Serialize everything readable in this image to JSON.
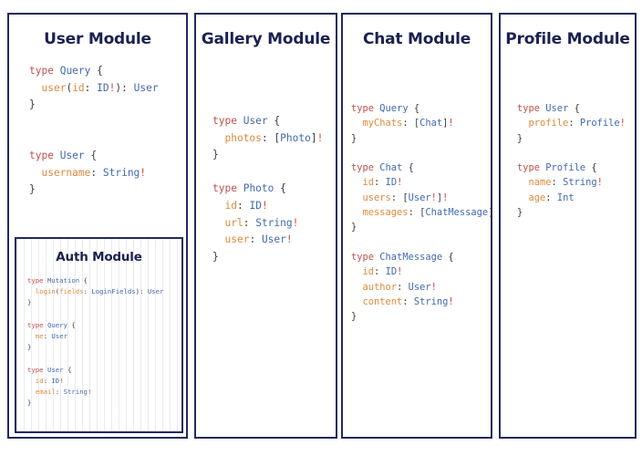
{
  "colors": {
    "panel_border": "#232a5c",
    "title": "#1b2150",
    "keyword": "#c0504d",
    "type_name": "#4169b0",
    "field_name": "#e08a3c",
    "punctuation": "#3c3c46",
    "background": "#ffffff"
  },
  "modules": {
    "user": {
      "title": "User Module",
      "code_lines": [
        "type Query {",
        "  user(id: ID!): User",
        "}",
        "",
        "",
        "type User {",
        "  username: String!",
        "}"
      ],
      "code_text": "type Query {\n  user(id: ID!): User\n}\n\n\ntype User {\n  username: String!\n}"
    },
    "auth": {
      "title": "Auth Module",
      "code_lines": [
        "type Mutation {",
        "  login(fields: LoginFields): User",
        "}",
        "",
        "type Query {",
        "  me: User",
        "}",
        "",
        "type User {",
        "  id: ID!",
        "  email: String!",
        "}"
      ],
      "code_text": "type Mutation {\n  login(fields: LoginFields): User\n}\n\ntype Query {\n  me: User\n}\n\ntype User {\n  id: ID!\n  email: String!\n}"
    },
    "gallery": {
      "title": "Gallery Module",
      "code_lines": [
        "type User {",
        "  photos: [Photo]!",
        "}",
        "",
        "type Photo {",
        "  id: ID!",
        "  url: String!",
        "  user: User!",
        "}"
      ],
      "code_text": "type User {\n  photos: [Photo]!\n}\n\ntype Photo {\n  id: ID!\n  url: String!\n  user: User!\n}"
    },
    "chat": {
      "title": "Chat Module",
      "code_lines": [
        "type Query {",
        "  myChats: [Chat]!",
        "}",
        "",
        "type Chat {",
        "  id: ID!",
        "  users: [User!]!",
        "  messages: [ChatMessage]!",
        "}",
        "",
        "type ChatMessage {",
        "  id: ID!",
        "  author: User!",
        "  content: String!",
        "}"
      ],
      "code_text": "type Query {\n  myChats: [Chat]!\n}\n\ntype Chat {\n  id: ID!\n  users: [User!]!\n  messages: [ChatMessage]!\n}\n\ntype ChatMessage {\n  id: ID!\n  author: User!\n  content: String!\n}"
    },
    "profile": {
      "title": "Profile Module",
      "code_lines": [
        "type User {",
        "  profile: Profile!",
        "}",
        "",
        "type Profile {",
        "  name: String!",
        "  age: Int",
        "}"
      ],
      "code_text": "type User {\n  profile: Profile!\n}\n\ntype Profile {\n  name: String!\n  age: Int\n}"
    }
  }
}
